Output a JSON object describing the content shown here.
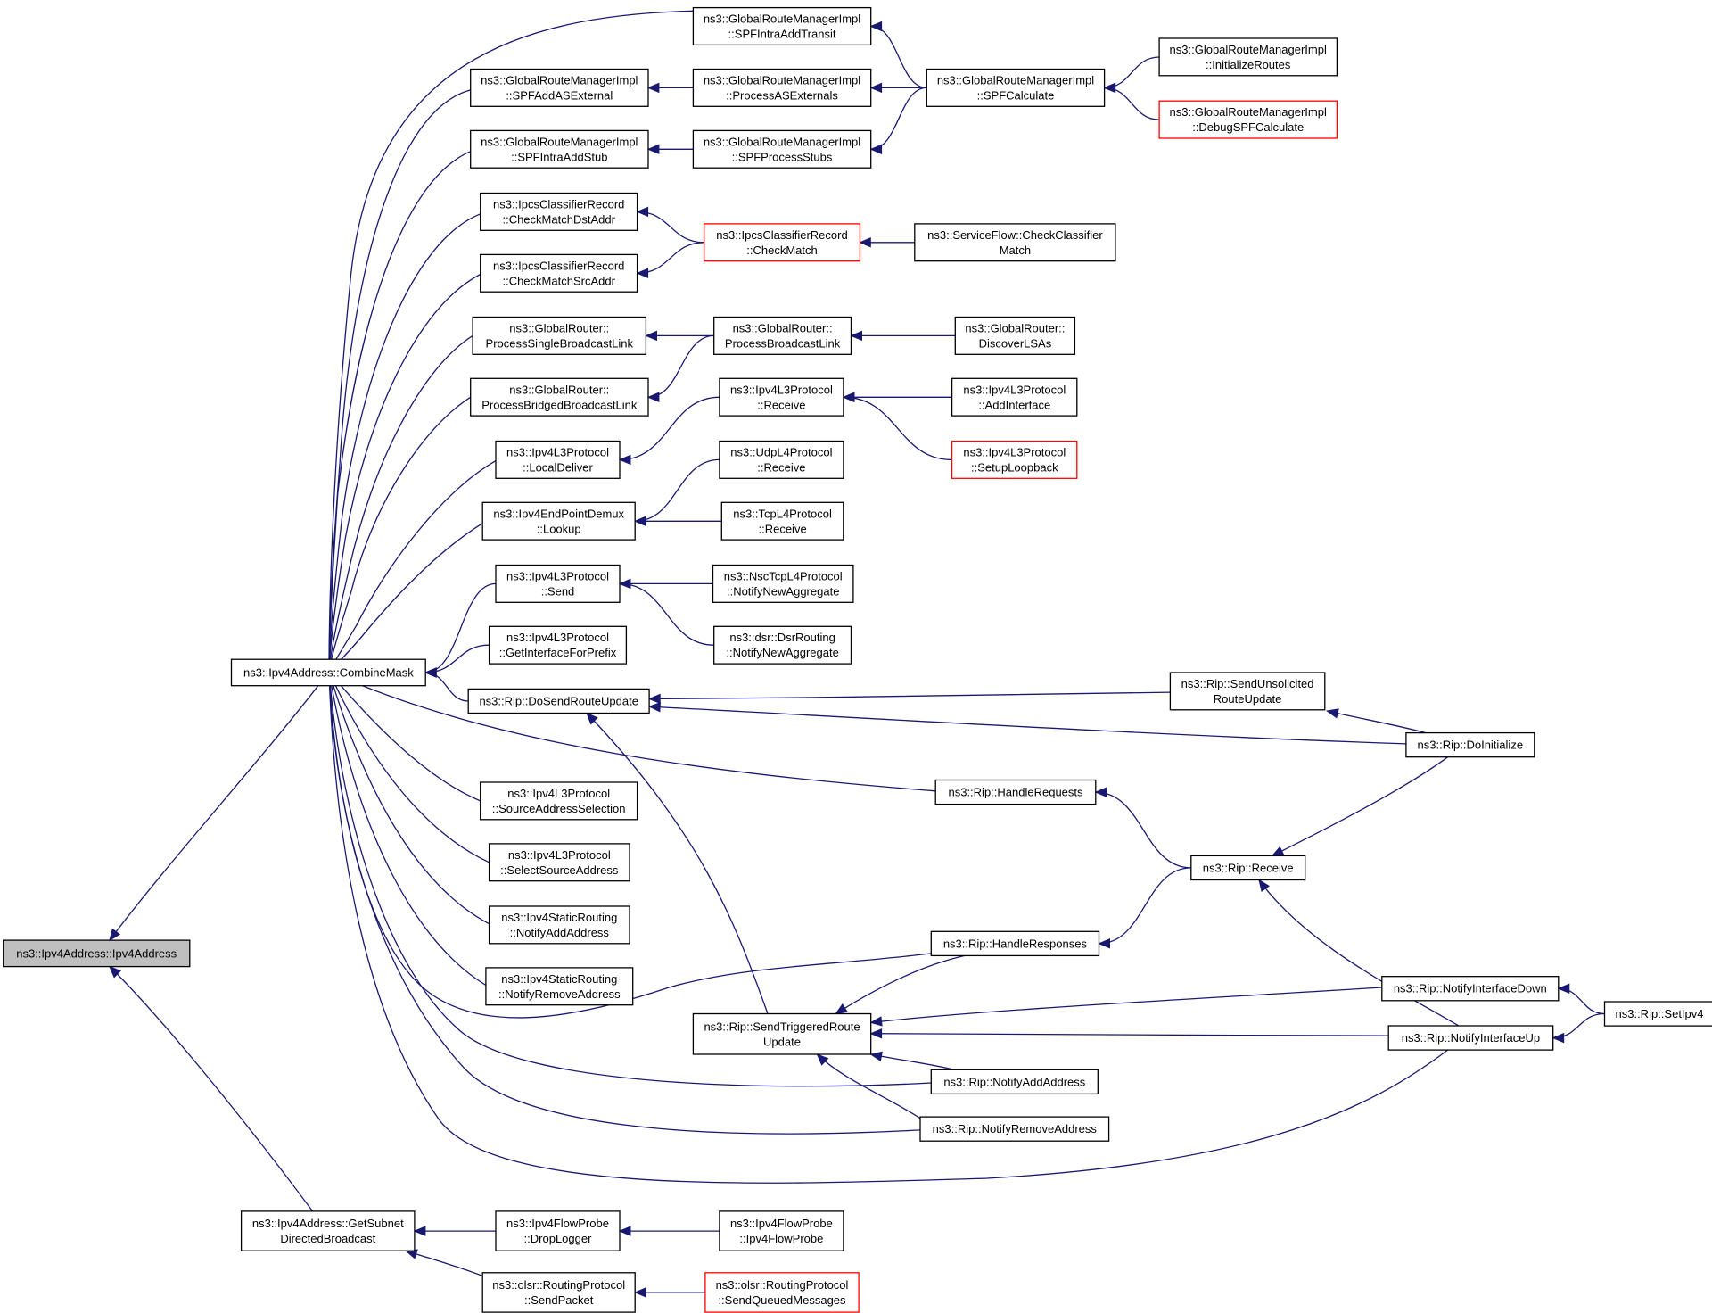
{
  "colors": {
    "edge": "#191970",
    "node_border": "#000000",
    "truncated_border": "#ff0000",
    "root_fill": "#bfbfbf"
  },
  "nodes": [
    {
      "id": "root",
      "lines": [
        "ns3::Ipv4Address::Ipv4Address"
      ],
      "style": "root"
    },
    {
      "id": "combine",
      "lines": [
        "ns3::Ipv4Address::CombineMask"
      ],
      "style": "normal"
    },
    {
      "id": "getsubnet",
      "lines": [
        "ns3::Ipv4Address::GetSubnet",
        "DirectedBroadcast"
      ],
      "style": "normal"
    },
    {
      "id": "spfIntraAddTransit",
      "lines": [
        "ns3::GlobalRouteManagerImpl",
        "::SPFIntraAddTransit"
      ],
      "style": "normal"
    },
    {
      "id": "spfAddASExternal",
      "lines": [
        "ns3::GlobalRouteManagerImpl",
        "::SPFAddASExternal"
      ],
      "style": "normal"
    },
    {
      "id": "processASExternals",
      "lines": [
        "ns3::GlobalRouteManagerImpl",
        "::ProcessASExternals"
      ],
      "style": "normal"
    },
    {
      "id": "spfCalculate",
      "lines": [
        "ns3::GlobalRouteManagerImpl",
        "::SPFCalculate"
      ],
      "style": "normal"
    },
    {
      "id": "initializeRoutes",
      "lines": [
        "ns3::GlobalRouteManagerImpl",
        "::InitializeRoutes"
      ],
      "style": "normal"
    },
    {
      "id": "debugSPF",
      "lines": [
        "ns3::GlobalRouteManagerImpl",
        "::DebugSPFCalculate"
      ],
      "style": "truncated"
    },
    {
      "id": "spfIntraAddStub",
      "lines": [
        "ns3::GlobalRouteManagerImpl",
        "::SPFIntraAddStub"
      ],
      "style": "normal"
    },
    {
      "id": "spfProcessStubs",
      "lines": [
        "ns3::GlobalRouteManagerImpl",
        "::SPFProcessStubs"
      ],
      "style": "normal"
    },
    {
      "id": "checkMatchDst",
      "lines": [
        "ns3::IpcsClassifierRecord",
        "::CheckMatchDstAddr"
      ],
      "style": "normal"
    },
    {
      "id": "checkMatch",
      "lines": [
        "ns3::IpcsClassifierRecord",
        "::CheckMatch"
      ],
      "style": "truncated"
    },
    {
      "id": "checkClassifierMatch",
      "lines": [
        "ns3::ServiceFlow::CheckClassifier",
        "Match"
      ],
      "style": "normal"
    },
    {
      "id": "checkMatchSrc",
      "lines": [
        "ns3::IpcsClassifierRecord",
        "::CheckMatchSrcAddr"
      ],
      "style": "normal"
    },
    {
      "id": "processSingleBL",
      "lines": [
        "ns3::GlobalRouter::",
        "ProcessSingleBroadcastLink"
      ],
      "style": "normal"
    },
    {
      "id": "processBL",
      "lines": [
        "ns3::GlobalRouter::",
        "ProcessBroadcastLink"
      ],
      "style": "normal"
    },
    {
      "id": "discoverLSAs",
      "lines": [
        "ns3::GlobalRouter::",
        "DiscoverLSAs"
      ],
      "style": "normal"
    },
    {
      "id": "processBridgedBL",
      "lines": [
        "ns3::GlobalRouter::",
        "ProcessBridgedBroadcastLink"
      ],
      "style": "normal"
    },
    {
      "id": "ipv4l3Receive",
      "lines": [
        "ns3::Ipv4L3Protocol",
        "::Receive"
      ],
      "style": "normal"
    },
    {
      "id": "addInterface",
      "lines": [
        "ns3::Ipv4L3Protocol",
        "::AddInterface"
      ],
      "style": "normal"
    },
    {
      "id": "localDeliver",
      "lines": [
        "ns3::Ipv4L3Protocol",
        "::LocalDeliver"
      ],
      "style": "normal"
    },
    {
      "id": "setupLoopback",
      "lines": [
        "ns3::Ipv4L3Protocol",
        "::SetupLoopback"
      ],
      "style": "truncated"
    },
    {
      "id": "udpReceive",
      "lines": [
        "ns3::UdpL4Protocol",
        "::Receive"
      ],
      "style": "normal"
    },
    {
      "id": "lookup",
      "lines": [
        "ns3::Ipv4EndPointDemux",
        "::Lookup"
      ],
      "style": "normal"
    },
    {
      "id": "tcpReceive",
      "lines": [
        "ns3::TcpL4Protocol",
        "::Receive"
      ],
      "style": "normal"
    },
    {
      "id": "ipv4l3Send",
      "lines": [
        "ns3::Ipv4L3Protocol",
        "::Send"
      ],
      "style": "normal"
    },
    {
      "id": "nscNotify",
      "lines": [
        "ns3::NscTcpL4Protocol",
        "::NotifyNewAggregate"
      ],
      "style": "normal"
    },
    {
      "id": "dsrNotify",
      "lines": [
        "ns3::dsr::DsrRouting",
        "::NotifyNewAggregate"
      ],
      "style": "normal"
    },
    {
      "id": "getIfaceForPrefix",
      "lines": [
        "ns3::Ipv4L3Protocol",
        "::GetInterfaceForPrefix"
      ],
      "style": "normal"
    },
    {
      "id": "doSendRouteUpdate",
      "lines": [
        "ns3::Rip::DoSendRouteUpdate"
      ],
      "style": "normal"
    },
    {
      "id": "sendUnsolicited",
      "lines": [
        "ns3::Rip::SendUnsolicited",
        "RouteUpdate"
      ],
      "style": "normal"
    },
    {
      "id": "doInitialize",
      "lines": [
        "ns3::Rip::DoInitialize"
      ],
      "style": "normal"
    },
    {
      "id": "handleRequests",
      "lines": [
        "ns3::Rip::HandleRequests"
      ],
      "style": "normal"
    },
    {
      "id": "srcAddrSel",
      "lines": [
        "ns3::Ipv4L3Protocol",
        "::SourceAddressSelection"
      ],
      "style": "normal"
    },
    {
      "id": "ripReceive",
      "lines": [
        "ns3::Rip::Receive"
      ],
      "style": "normal"
    },
    {
      "id": "selectSrcAddr",
      "lines": [
        "ns3::Ipv4L3Protocol",
        "::SelectSourceAddress"
      ],
      "style": "normal"
    },
    {
      "id": "staticNotifyAdd",
      "lines": [
        "ns3::Ipv4StaticRouting",
        "::NotifyAddAddress"
      ],
      "style": "normal"
    },
    {
      "id": "handleResponses",
      "lines": [
        "ns3::Rip::HandleResponses"
      ],
      "style": "normal"
    },
    {
      "id": "staticNotifyRemove",
      "lines": [
        "ns3::Ipv4StaticRouting",
        "::NotifyRemoveAddress"
      ],
      "style": "normal"
    },
    {
      "id": "notifyIfaceDown",
      "lines": [
        "ns3::Rip::NotifyInterfaceDown"
      ],
      "style": "normal"
    },
    {
      "id": "sendTriggered",
      "lines": [
        "ns3::Rip::SendTriggeredRoute",
        "Update"
      ],
      "style": "normal"
    },
    {
      "id": "setIpv4",
      "lines": [
        "ns3::Rip::SetIpv4"
      ],
      "style": "normal"
    },
    {
      "id": "notifyIfaceUp",
      "lines": [
        "ns3::Rip::NotifyInterfaceUp"
      ],
      "style": "normal"
    },
    {
      "id": "ripNotifyAdd",
      "lines": [
        "ns3::Rip::NotifyAddAddress"
      ],
      "style": "normal"
    },
    {
      "id": "ripNotifyRemove",
      "lines": [
        "ns3::Rip::NotifyRemoveAddress"
      ],
      "style": "normal"
    },
    {
      "id": "dropLogger",
      "lines": [
        "ns3::Ipv4FlowProbe",
        "::DropLogger"
      ],
      "style": "normal"
    },
    {
      "id": "flowProbeCtor",
      "lines": [
        "ns3::Ipv4FlowProbe",
        "::Ipv4FlowProbe"
      ],
      "style": "normal"
    },
    {
      "id": "olsrSendPacket",
      "lines": [
        "ns3::olsr::RoutingProtocol",
        "::SendPacket"
      ],
      "style": "normal"
    },
    {
      "id": "olsrSendQueued",
      "lines": [
        "ns3::olsr::RoutingProtocol",
        "::SendQueuedMessages"
      ],
      "style": "truncated"
    }
  ],
  "edges": [
    {
      "from": "combine",
      "to": "root"
    },
    {
      "from": "getsubnet",
      "to": "root"
    },
    {
      "from": "spfIntraAddTransit",
      "to": "combine"
    },
    {
      "from": "spfAddASExternal",
      "to": "combine"
    },
    {
      "from": "spfIntraAddStub",
      "to": "combine"
    },
    {
      "from": "checkMatchDst",
      "to": "combine"
    },
    {
      "from": "checkMatchSrc",
      "to": "combine"
    },
    {
      "from": "processSingleBL",
      "to": "combine"
    },
    {
      "from": "processBridgedBL",
      "to": "combine"
    },
    {
      "from": "localDeliver",
      "to": "combine"
    },
    {
      "from": "lookup",
      "to": "combine"
    },
    {
      "from": "ipv4l3Send",
      "to": "combine"
    },
    {
      "from": "getIfaceForPrefix",
      "to": "combine"
    },
    {
      "from": "doSendRouteUpdate",
      "to": "combine"
    },
    {
      "from": "handleRequests",
      "to": "combine"
    },
    {
      "from": "srcAddrSel",
      "to": "combine"
    },
    {
      "from": "selectSrcAddr",
      "to": "combine"
    },
    {
      "from": "staticNotifyAdd",
      "to": "combine"
    },
    {
      "from": "staticNotifyRemove",
      "to": "combine"
    },
    {
      "from": "handleResponses",
      "to": "combine"
    },
    {
      "from": "ripNotifyAdd",
      "to": "combine"
    },
    {
      "from": "ripNotifyRemove",
      "to": "combine"
    },
    {
      "from": "notifyIfaceUp",
      "to": "combine"
    },
    {
      "from": "spfCalculate",
      "to": "spfIntraAddTransit"
    },
    {
      "from": "processASExternals",
      "to": "spfAddASExternal"
    },
    {
      "from": "spfCalculate",
      "to": "processASExternals"
    },
    {
      "from": "initializeRoutes",
      "to": "spfCalculate"
    },
    {
      "from": "debugSPF",
      "to": "spfCalculate"
    },
    {
      "from": "spfProcessStubs",
      "to": "spfIntraAddStub"
    },
    {
      "from": "spfCalculate",
      "to": "spfProcessStubs"
    },
    {
      "from": "checkMatch",
      "to": "checkMatchDst"
    },
    {
      "from": "checkMatch",
      "to": "checkMatchSrc"
    },
    {
      "from": "checkClassifierMatch",
      "to": "checkMatch"
    },
    {
      "from": "processBL",
      "to": "processSingleBL"
    },
    {
      "from": "processBL",
      "to": "processBridgedBL"
    },
    {
      "from": "discoverLSAs",
      "to": "processBL"
    },
    {
      "from": "ipv4l3Receive",
      "to": "localDeliver"
    },
    {
      "from": "addInterface",
      "to": "ipv4l3Receive"
    },
    {
      "from": "setupLoopback",
      "to": "ipv4l3Receive"
    },
    {
      "from": "udpReceive",
      "to": "lookup"
    },
    {
      "from": "tcpReceive",
      "to": "lookup"
    },
    {
      "from": "nscNotify",
      "to": "ipv4l3Send"
    },
    {
      "from": "dsrNotify",
      "to": "ipv4l3Send"
    },
    {
      "from": "sendUnsolicited",
      "to": "doSendRouteUpdate"
    },
    {
      "from": "doInitialize",
      "to": "doSendRouteUpdate"
    },
    {
      "from": "sendTriggered",
      "to": "doSendRouteUpdate"
    },
    {
      "from": "doInitialize",
      "to": "sendUnsolicited"
    },
    {
      "from": "ripReceive",
      "to": "handleRequests"
    },
    {
      "from": "ripReceive",
      "to": "handleResponses"
    },
    {
      "from": "doInitialize",
      "to": "ripReceive"
    },
    {
      "from": "notifyIfaceUp",
      "to": "ripReceive"
    },
    {
      "from": "handleResponses",
      "to": "sendTriggered"
    },
    {
      "from": "notifyIfaceDown",
      "to": "sendTriggered"
    },
    {
      "from": "notifyIfaceUp",
      "to": "sendTriggered"
    },
    {
      "from": "ripNotifyAdd",
      "to": "sendTriggered"
    },
    {
      "from": "ripNotifyRemove",
      "to": "sendTriggered"
    },
    {
      "from": "setIpv4",
      "to": "notifyIfaceDown"
    },
    {
      "from": "setIpv4",
      "to": "notifyIfaceUp"
    },
    {
      "from": "dropLogger",
      "to": "getsubnet"
    },
    {
      "from": "olsrSendPacket",
      "to": "getsubnet"
    },
    {
      "from": "flowProbeCtor",
      "to": "dropLogger"
    },
    {
      "from": "olsrSendQueued",
      "to": "olsrSendPacket"
    }
  ]
}
